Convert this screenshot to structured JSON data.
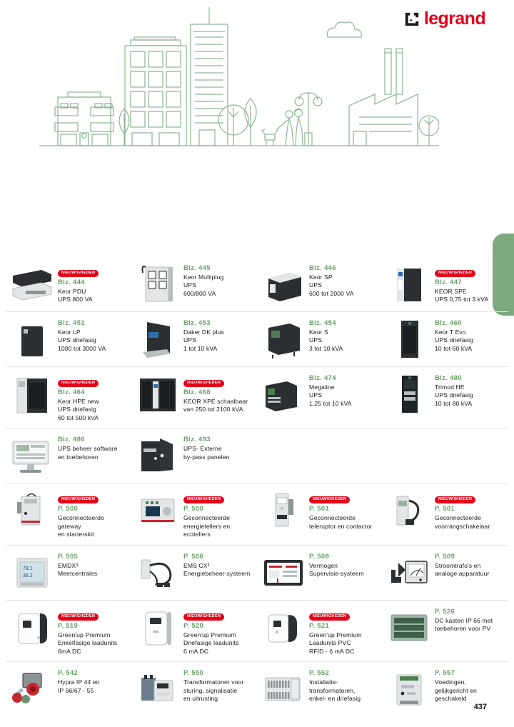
{
  "brand": {
    "logo_text": "legrand",
    "logo_color": "#e2001a",
    "accent_green": "#6aa06a",
    "tab_green": "#7fa97f",
    "badge_color": "#e2001a"
  },
  "badge_label": "NIEUWIGHEDEN",
  "page_number": "437",
  "rows": [
    {
      "cells": [
        {
          "badge": true,
          "ref": "Blz. 444",
          "desc": "Keor PDU\nUPS 800 VA",
          "icon": "pdu-rack-unit"
        },
        {
          "badge": false,
          "ref": "Blz. 445",
          "desc": "Keor Multiplug\nUPS\n600/800 VA",
          "icon": "multiplug-ups"
        },
        {
          "badge": false,
          "ref": "Blz. 446",
          "desc": "Keor SP\nUPS\n600 tot 2000 VA",
          "icon": "tower-ups-sp"
        },
        {
          "badge": true,
          "ref": "Blz. 447",
          "desc": "KEOR SPE\nUPS 0,75 tot 3 kVA",
          "icon": "tower-ups-spe"
        }
      ]
    },
    {
      "cells": [
        {
          "badge": false,
          "ref": "Blz. 451",
          "desc": "Keor LP\nUPS driefasig\n1000 tot 3000 VA",
          "icon": "tower-ups-lp"
        },
        {
          "badge": false,
          "ref": "Blz. 453",
          "desc": "Daker DK plus\nUPS\n1 tot 10 kVA",
          "icon": "rack-ups-daker"
        },
        {
          "badge": false,
          "ref": "Blz. 454",
          "desc": "Keor S\nUPS\n3 tot 10 kVA",
          "icon": "tower-ups-s"
        },
        {
          "badge": false,
          "ref": "Blz. 460",
          "desc": "Keor T Evo\nUPS driefasig\n10 tot 60 kVA",
          "icon": "cabinet-ups-tevo"
        }
      ]
    },
    {
      "cells": [
        {
          "badge": true,
          "ref": "Blz. 464",
          "desc": "Keor HPE new\nUPS driefasig\n60 tot 500 kVA",
          "icon": "cabinet-ups-hpe"
        },
        {
          "badge": true,
          "ref": "Blz. 468",
          "desc": "KEOR XPE schaalbaar\nvan 250 tot 2100 kVA",
          "icon": "cabinet-ups-xpe"
        },
        {
          "badge": false,
          "ref": "Blz. 474",
          "desc": "Megaline\nUPS\n1,25 tot 10 kVA",
          "icon": "megaline-ups"
        },
        {
          "badge": false,
          "ref": "Blz. 480",
          "desc": "Trimod HE\nUPS driefasig\n10 tot 80 kVA",
          "icon": "cabinet-ups-trimod"
        }
      ]
    },
    {
      "cells": [
        {
          "badge": false,
          "ref": "Blz. 486",
          "desc": "UPS beheer software\nen toebehoren",
          "icon": "monitor-software"
        },
        {
          "badge": false,
          "ref": "Blz. 493",
          "desc": "UPS- Externe\nby-pass panelen",
          "icon": "bypass-panel-cabinet"
        },
        {
          "empty": true
        },
        {
          "empty": true
        }
      ]
    },
    {
      "cells": [
        {
          "badge": true,
          "ref": "P. 500",
          "desc": "Geconnecteerde gateway\nen starterskit",
          "icon": "gateway-module"
        },
        {
          "badge": true,
          "ref": "P. 500",
          "desc": "Geconnecteerde\nenergietellers en\necotellers",
          "icon": "energy-meter-module"
        },
        {
          "badge": true,
          "ref": "P. 501",
          "desc": "Geconnecteerde\nteleruptor en contactor",
          "icon": "teleruptor-module"
        },
        {
          "badge": true,
          "ref": "P. 501",
          "desc": "Geconnecteerde\nvoorrangschakelaar",
          "icon": "priority-switch-module"
        }
      ]
    },
    {
      "cells": [
        {
          "badge": false,
          "ref": "P. 505",
          "desc": "EMDX³\nMeetcentrales",
          "icon": "emdx-measuring-unit"
        },
        {
          "badge": false,
          "ref": "P. 506",
          "desc": "EMS CX³\nEnergiebeheer-systeem",
          "icon": "ems-cx3-module"
        },
        {
          "badge": false,
          "ref": "P. 508",
          "desc": "Vermogen\nSupervisie-systeem",
          "icon": "supervision-tablet"
        },
        {
          "badge": false,
          "ref": "P. 509",
          "desc": "Stroomtrafo's en\nanaloge apparatuur",
          "icon": "current-transformer-meter"
        }
      ]
    },
    {
      "cells": [
        {
          "badge": true,
          "ref": "P. 519",
          "desc": "Green'up Premium\nEnkelfasige laadunits\n6mA DC",
          "icon": "ev-charger-single"
        },
        {
          "badge": true,
          "ref": "P. 520",
          "desc": "Green'up Premium\nDriefasige laadunits\n6 mA DC",
          "icon": "ev-charger-three"
        },
        {
          "badge": true,
          "ref": "P. 521",
          "desc": "Green'up Premium\nLaadunits PVC\nRFID - 6 mA DC",
          "icon": "ev-charger-pvc"
        },
        {
          "badge": false,
          "ref": "P. 526",
          "desc": "DC kasten IP 66 met\ntoebehoren voor PV",
          "icon": "dc-enclosure-ip66"
        }
      ]
    },
    {
      "cells": [
        {
          "badge": false,
          "ref": "P. 542",
          "desc": "Hypra IP 44 en\nIP 66/67 - 55",
          "icon": "hypra-socket"
        },
        {
          "badge": false,
          "ref": "P. 550",
          "desc": "Transformatoren voor\nsturing, signalisatie\nen uitrusting",
          "icon": "control-transformer"
        },
        {
          "badge": false,
          "ref": "P. 552",
          "desc": "Installatie-\ntransformatoren,\nenkel- en driefasig",
          "icon": "installation-transformer"
        },
        {
          "badge": false,
          "ref": "P. 557",
          "desc": "Voedingen,\ngelijkgericht en\ngeschakeld",
          "icon": "power-supply-unit"
        }
      ]
    }
  ]
}
